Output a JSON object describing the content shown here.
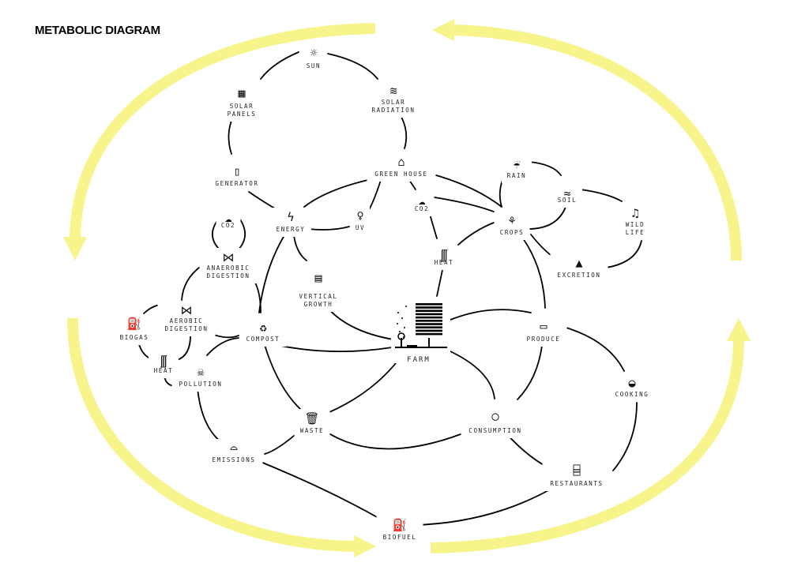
{
  "title": "METABOLIC DIAGRAM",
  "colors": {
    "cycle_arrows": "#f8f48c",
    "lines": "#000000"
  },
  "nodes": [
    {
      "id": "sun",
      "label": [
        "SUN"
      ],
      "icon": "sun-icon"
    },
    {
      "id": "solar_panels",
      "label": [
        "SOLAR",
        "PANELS"
      ],
      "icon": "solar-panel-icon"
    },
    {
      "id": "solar_radiation",
      "label": [
        "SOLAR",
        "RADIATION"
      ],
      "icon": "radiation-waves-icon"
    },
    {
      "id": "generator",
      "label": [
        "GENERATOR"
      ],
      "icon": "battery-icon"
    },
    {
      "id": "green_house",
      "label": [
        "GREEN HOUSE"
      ],
      "icon": "greenhouse-icon"
    },
    {
      "id": "energy",
      "label": [
        "ENERGY"
      ],
      "icon": "lightning-icon"
    },
    {
      "id": "uv",
      "label": [
        "UV"
      ],
      "icon": "lightbulb-icon"
    },
    {
      "id": "co2_mid",
      "label": [
        "CO2"
      ],
      "icon": "cloud-icon"
    },
    {
      "id": "crops",
      "label": [
        "CROPS"
      ],
      "icon": "seedling-icon"
    },
    {
      "id": "rain",
      "label": [
        "RAIN"
      ],
      "icon": "rain-cloud-icon"
    },
    {
      "id": "soil",
      "label": [
        "SOIL"
      ],
      "icon": "soil-icon"
    },
    {
      "id": "wild_life",
      "label": [
        "WILD",
        "LIFE"
      ],
      "icon": "bird-icon"
    },
    {
      "id": "excretion",
      "label": [
        "EXCRETION"
      ],
      "icon": "excretion-icon"
    },
    {
      "id": "heat_mid",
      "label": [
        "HEAT"
      ],
      "icon": "heat-icon"
    },
    {
      "id": "co2_left",
      "label": [
        "CO2"
      ],
      "icon": "cloud-icon"
    },
    {
      "id": "anaerobic",
      "label": [
        "ANAEROBIC",
        "DIGESTION"
      ],
      "icon": "dna-icon"
    },
    {
      "id": "vertical",
      "label": [
        "VERTICAL",
        "GROWTH"
      ],
      "icon": "stacked-crates-icon"
    },
    {
      "id": "aerobic",
      "label": [
        "AEROBIC",
        "DIGESTION"
      ],
      "icon": "dna-icon"
    },
    {
      "id": "biogas",
      "label": [
        "BIOGAS"
      ],
      "icon": "fuel-pump-icon"
    },
    {
      "id": "compost",
      "label": [
        "COMPOST"
      ],
      "icon": "compost-bin-icon"
    },
    {
      "id": "farm",
      "label": [
        "FARM"
      ],
      "icon": "vertical-farm-building-icon"
    },
    {
      "id": "produce",
      "label": [
        "PRODUCE"
      ],
      "icon": "produce-crate-icon"
    },
    {
      "id": "heat_left",
      "label": [
        "HEAT"
      ],
      "icon": "heat-icon"
    },
    {
      "id": "pollution",
      "label": [
        "POLLUTION"
      ],
      "icon": "skull-cloud-icon"
    },
    {
      "id": "cooking",
      "label": [
        "COOKING"
      ],
      "icon": "cooking-bowl-icon"
    },
    {
      "id": "waste",
      "label": [
        "WASTE"
      ],
      "icon": "trash-bin-icon"
    },
    {
      "id": "consumption",
      "label": [
        "CONSUMPTION"
      ],
      "icon": "plate-cutlery-icon"
    },
    {
      "id": "emissions",
      "label": [
        "EMISSIONS"
      ],
      "icon": "factory-icon"
    },
    {
      "id": "restaurants",
      "label": [
        "RESTAURANTS"
      ],
      "icon": "storefront-icon"
    },
    {
      "id": "biofuel",
      "label": [
        "BIOFUEL"
      ],
      "icon": "fuel-pump-icon"
    }
  ]
}
